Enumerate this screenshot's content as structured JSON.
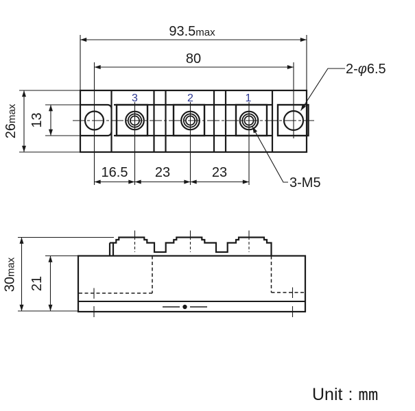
{
  "colors": {
    "line": "#1a1a1a",
    "terminal_label": "#2a3590",
    "background": "#ffffff"
  },
  "top_view": {
    "dim_overall_width": "93.5",
    "dim_overall_width_suffix": "max",
    "dim_hole_pitch": "80",
    "dim_height": "26",
    "dim_height_suffix": "max",
    "dim_strip_width": "13",
    "dim_pitch_left": "16.5",
    "dim_pitch_mid": "23",
    "dim_pitch_right": "23",
    "terminal_labels": {
      "t3": "3",
      "t2": "2",
      "t1": "1"
    },
    "callout_holes_prefix": "2-",
    "callout_holes_phi": "φ",
    "callout_holes_value": "6.5",
    "callout_thread": "3-M5"
  },
  "side_view": {
    "dim_total_height": "30",
    "dim_total_height_suffix": "max",
    "dim_body_height": "21"
  },
  "unit_note": {
    "label": "Unit",
    "colon": ":",
    "value": "mm"
  }
}
